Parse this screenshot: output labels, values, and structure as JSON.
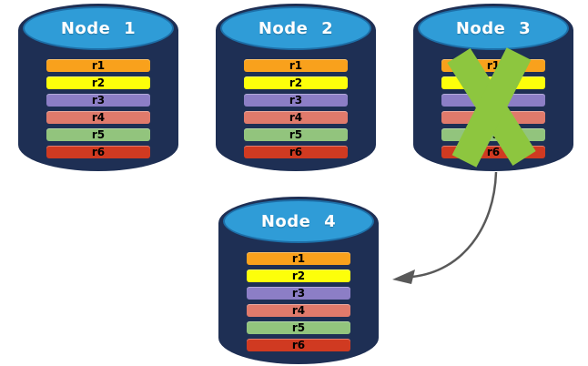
{
  "diagram": {
    "nodes": [
      {
        "label": "Node 1",
        "failed": false,
        "ranges": [
          "r1",
          "r2",
          "r3",
          "r4",
          "r5",
          "r6"
        ]
      },
      {
        "label": "Node 2",
        "failed": false,
        "ranges": [
          "r1",
          "r2",
          "r3",
          "r4",
          "r5",
          "r6"
        ]
      },
      {
        "label": "Node 3",
        "failed": true,
        "ranges": [
          "r1",
          "r2",
          "r3",
          "r4",
          "r5",
          "r6"
        ]
      },
      {
        "label": "Node 4",
        "failed": false,
        "ranges": [
          "r1",
          "r2",
          "r3",
          "r4",
          "r5",
          "r6"
        ]
      }
    ],
    "range_colors": {
      "r1": "#F9A11C",
      "r2": "#FDFF0A",
      "r3": "#8C7EC6",
      "r4": "#E07A6B",
      "r5": "#92C47D",
      "r6": "#D03A21"
    },
    "colors": {
      "cylinder_body": "#1E2F54",
      "cylinder_top": "#2F9CD7",
      "cylinder_top_border": "#1D6FA8",
      "failure_x": "#8DC63F",
      "arrow": "#595959"
    },
    "arrow": {
      "from": "Node 3",
      "to": "Node 4"
    }
  }
}
